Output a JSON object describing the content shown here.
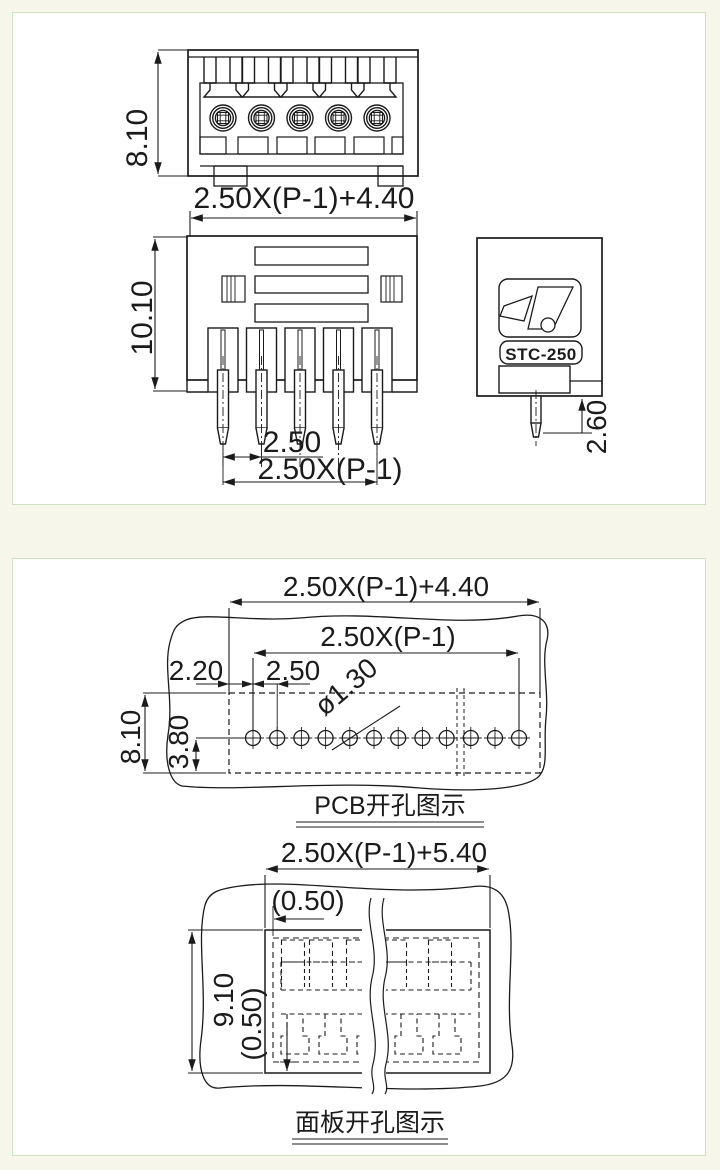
{
  "page": {
    "background": "#f6f6ea",
    "panel_background": "#ffffff",
    "panel_border_color": "#cfe3c2",
    "line_color": "#1b1b1b"
  },
  "drawing1": {
    "top_view": {
      "height": "8.10",
      "width": "2.50X(P-1)+4.40",
      "positions": 5
    },
    "front_view": {
      "height": "10.10",
      "pin_pitch": "2.50",
      "pin_span": "2.50X(P-1)",
      "pin_count": 5
    },
    "side_view": {
      "model": "STC-250",
      "pin_length": "2.60"
    }
  },
  "drawing2": {
    "pcb": {
      "overall_width": "2.50X(P-1)+4.40",
      "hole_span": "2.50X(P-1)",
      "edge_offset": "2.20",
      "hole_pitch": "2.50",
      "hole_diameter": "ø1.30",
      "pattern_height": "8.10",
      "row_offset": "3.80",
      "hole_count": 12,
      "caption": "PCB开孔图示"
    },
    "panel_cutout": {
      "overall_width": "2.50X(P-1)+5.40",
      "side_clearance": "(0.50)",
      "height": "9.10",
      "bottom_clearance": "(0.50)",
      "caption": "面板开孔图示"
    }
  }
}
